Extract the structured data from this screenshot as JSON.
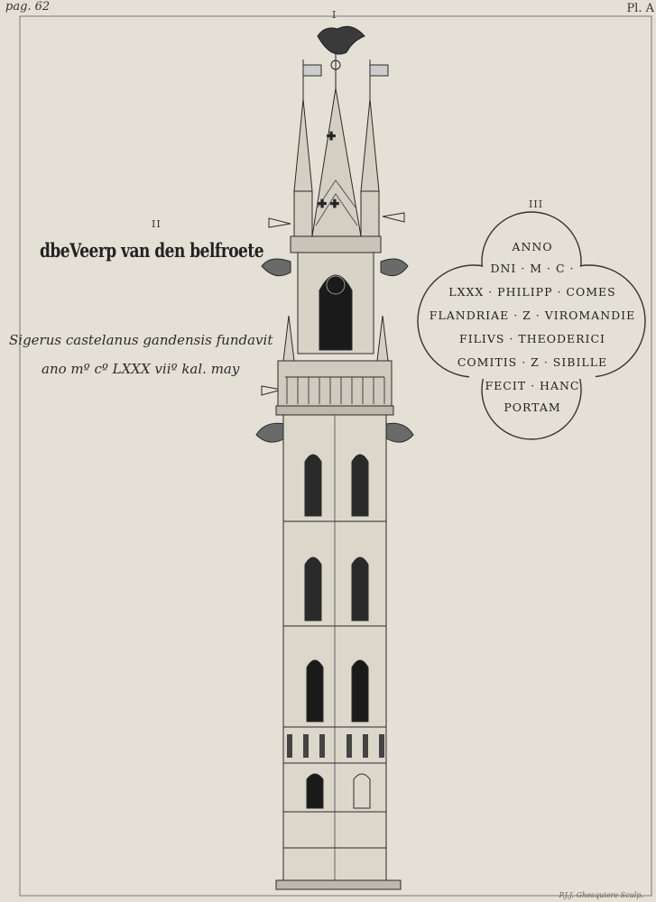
{
  "header": {
    "page_ref": "pag. 62",
    "plate_ref": "Pl. A"
  },
  "numerals": {
    "one": "I",
    "two": "II",
    "three": "III"
  },
  "caption_ii": "dbeVeerp van den belfroete",
  "inscription_left": {
    "line1": "Sigerus castelanus gandensis fundavit",
    "line2": "ano mº cº LXXX viiº kal. may"
  },
  "inscription_iii": {
    "lines": [
      "ANNO",
      "DNI · M · C ·",
      "LXXX · PHILIPP · COMES",
      "FLANDRIAE · Z · VIROMANDIE",
      "FILIVS · THEODERICI",
      "COMITIS · Z · SIBILLE",
      "FECIT · HANC",
      "PORTAM"
    ]
  },
  "engraver": "P.J.J. Ghesquiere Sculp.",
  "colors": {
    "paper": "#e4e0d6",
    "ink": "#2a2a2a",
    "window": "#1a1a1a"
  },
  "icons": {
    "finial": "dragon-weathervane-icon"
  }
}
